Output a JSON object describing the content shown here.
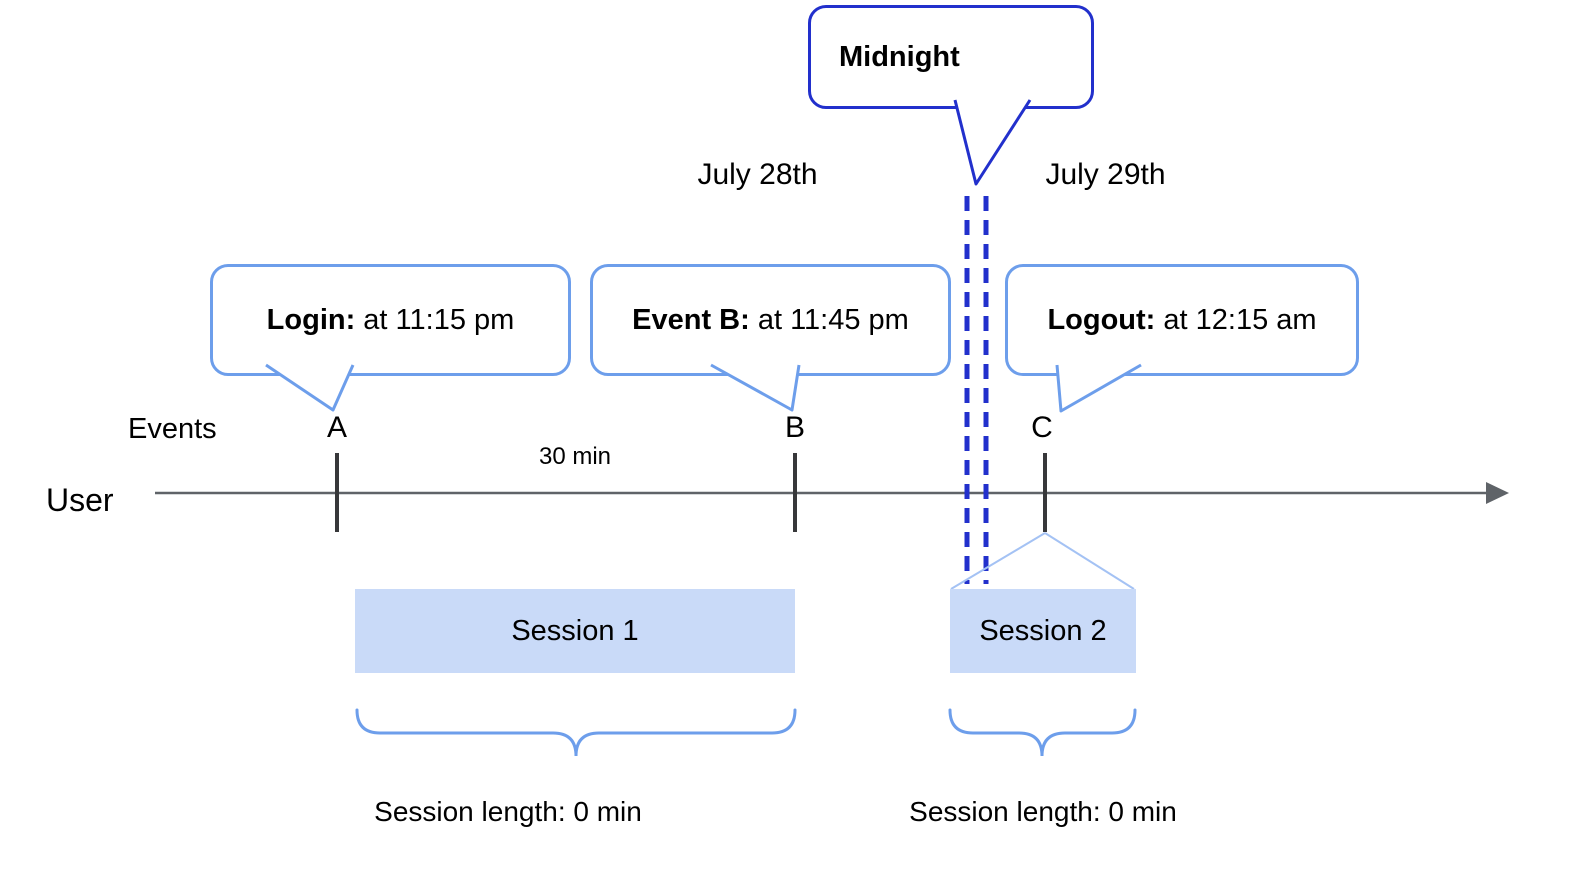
{
  "colors": {
    "callout_border_blue": "#6d9eeb",
    "midnight_border_blue": "#2230cc",
    "session_fill_blue": "#c9daf8",
    "connector_light_blue": "#a4c2f4",
    "axis_gray": "#5f6368"
  },
  "midnight_callout": {
    "label": "Midnight"
  },
  "date_labels": {
    "before_midnight": "July 28th",
    "after_midnight": "July 29th"
  },
  "event_callouts": {
    "login": {
      "label": "Login:",
      "detail": " at 11:15 pm"
    },
    "event_b": {
      "label": "Event B:",
      "detail": " at 11:45 pm"
    },
    "logout": {
      "label": "Logout:",
      "detail": " at 12:15 am"
    }
  },
  "timeline": {
    "events_label": "Events",
    "user_label": "User",
    "markers": {
      "a": "A",
      "b": "B",
      "c": "C"
    },
    "gap_label": "30 min"
  },
  "sessions": {
    "session_1": {
      "label": "Session 1",
      "length_label": "Session length: 0 min"
    },
    "session_2": {
      "label": "Session 2",
      "length_label": "Session length: 0 min"
    }
  }
}
